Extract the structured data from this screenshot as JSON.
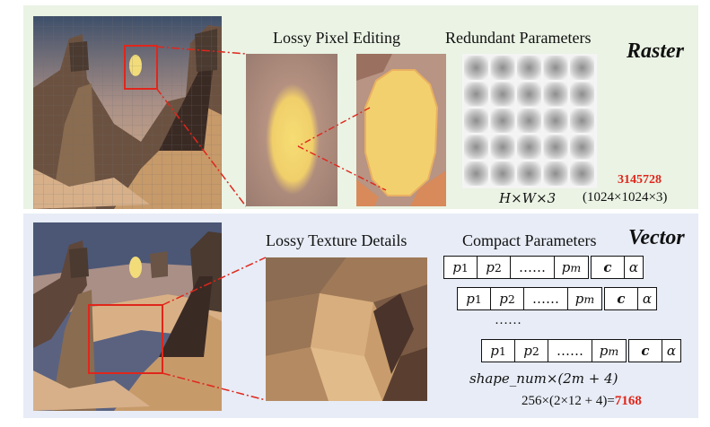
{
  "raster": {
    "tag": "Raster",
    "lossy_label": "Lossy Pixel Editing",
    "params_label": "Redundant Parameters",
    "formula": "H×W×3",
    "count": "3145728",
    "count_detail": "(1024×1024×3)"
  },
  "vector": {
    "tag": "Vector",
    "lossy_label": "Lossy Texture Details",
    "params_label": "Compact Parameters",
    "cells": {
      "p1": "p",
      "p1_sub": "1",
      "p2": "p",
      "p2_sub": "2",
      "dots": "……",
      "pm": "p",
      "pm_sub": "m",
      "c": "c",
      "alpha": "α"
    },
    "ellipsis": "……",
    "formula": "shape_num×(2m + 4)",
    "calc": "256×(2×12 + 4)=",
    "count": "7168"
  },
  "colors": {
    "raster_bg": "#eaf3e4",
    "vector_bg": "#e7ecf6",
    "highlight": "#e0261b"
  }
}
